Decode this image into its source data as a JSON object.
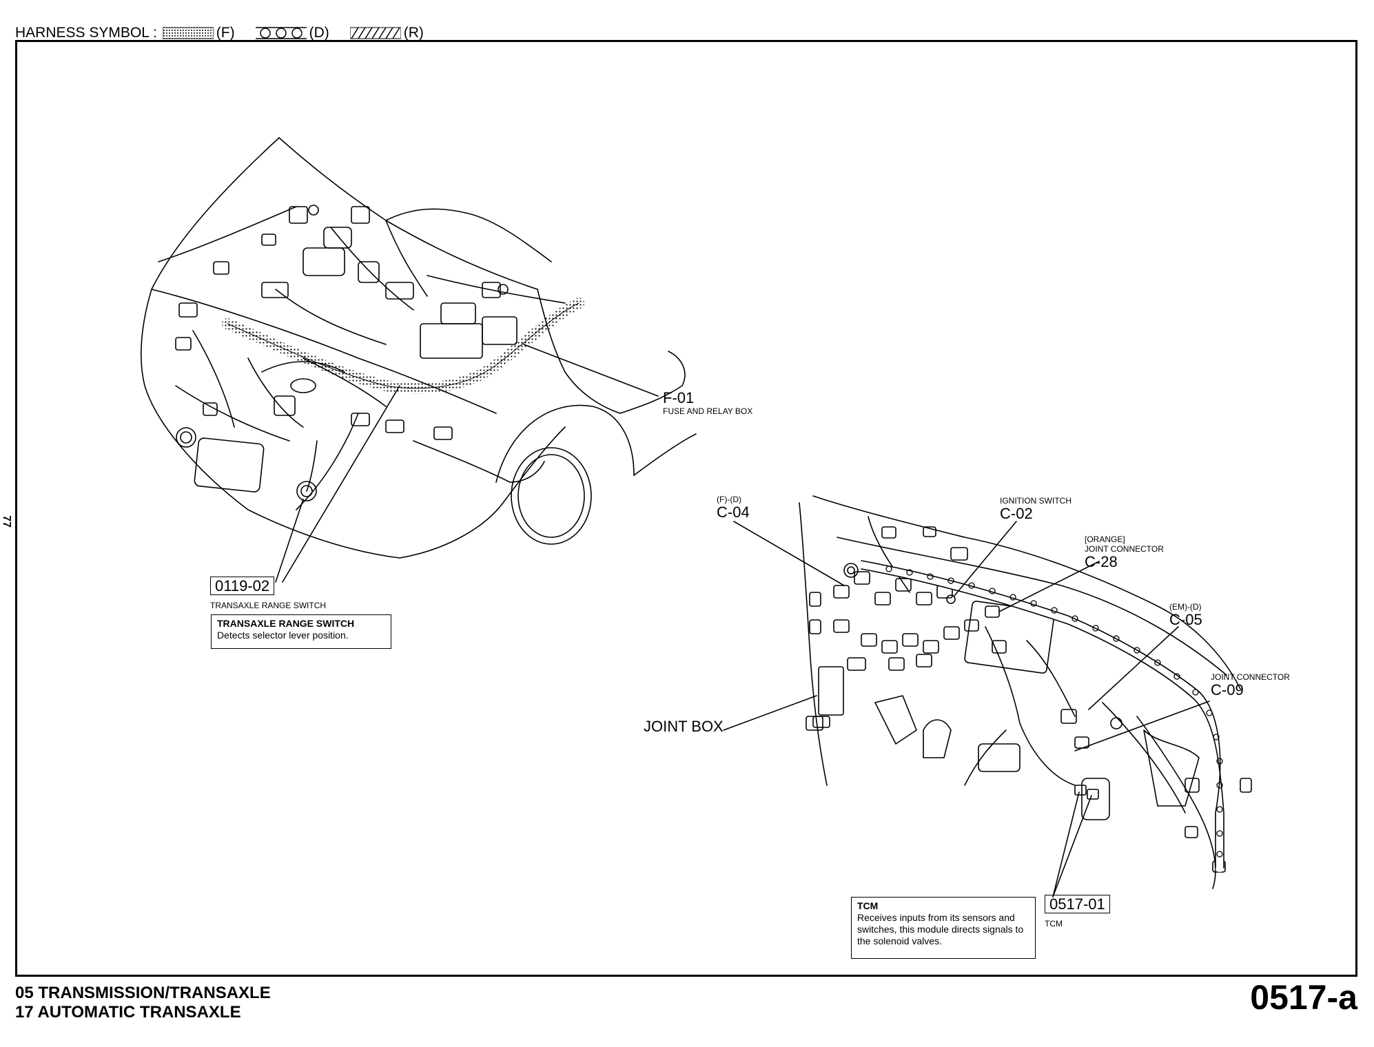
{
  "legend": {
    "prefix": "HARNESS SYMBOL :",
    "items": [
      {
        "pattern": "dotted",
        "code": "(F)"
      },
      {
        "pattern": "circles",
        "code": "(D)"
      },
      {
        "pattern": "hatched",
        "code": "(R)"
      }
    ]
  },
  "callouts": {
    "f01": {
      "code": "F-01",
      "name": "FUSE AND RELAY BOX"
    },
    "c04": {
      "pre": "(F)-(D)",
      "code": "C-04"
    },
    "c02": {
      "pre": "IGNITION SWITCH",
      "code": "C-02"
    },
    "c28": {
      "pre1": "[ORANGE]",
      "pre2": "JOINT CONNECTOR",
      "code": "C-28"
    },
    "c05": {
      "pre": "(EM)-(D)",
      "code": "C-05"
    },
    "c09": {
      "pre": "JOINT CONNECTOR",
      "code": "C-09"
    },
    "jointbox": "JOINT BOX",
    "trs": {
      "code": "0119-02",
      "name": "TRANSAXLE RANGE SWITCH",
      "desc_title": "TRANSAXLE RANGE SWITCH",
      "desc": "Detects selector lever position."
    },
    "tcm": {
      "code": "0517-01",
      "name": "TCM",
      "desc_title": "TCM",
      "desc": "Receives inputs from its sensors and switches, this module directs signals to the solenoid valves."
    }
  },
  "footer": {
    "line1": "05  TRANSMISSION/TRANSAXLE",
    "line2": "17  AUTOMATIC TRANSAXLE",
    "page": "0517-a"
  },
  "side_mark": "77"
}
